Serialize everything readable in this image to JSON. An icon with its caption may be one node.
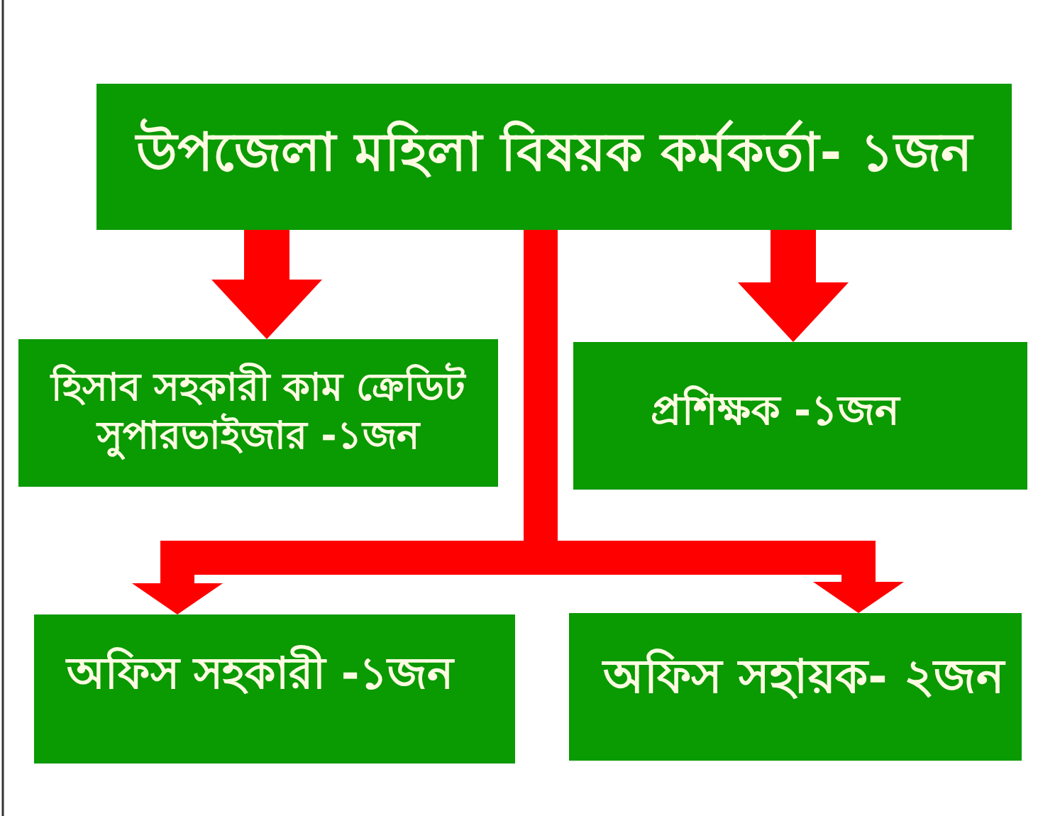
{
  "diagram": {
    "nodes": [
      {
        "text": [
          "উপজেলা মহিলা বিষয়ক কর্মকর্তা- ১জন"
        ]
      },
      {
        "text": [
          "হিসাব সহকারী কাম ক্রেডিট সুপারভাইজার -১জন"
        ]
      },
      {
        "text": [
          "প্রশিক্ষক -১জন"
        ]
      },
      {
        "text": [
          "অফিস সহকারী -১জন"
        ]
      },
      {
        "text": [
          "অফিস সহায়ক- ২জন"
        ]
      }
    ],
    "edges": [
      {
        "from": 0,
        "to": 1,
        "arrow": "to"
      },
      {
        "from": 0,
        "to": 2,
        "arrow": "to"
      },
      {
        "from": 0,
        "to": 3,
        "arrow": "to"
      },
      {
        "from": 0,
        "to": 4,
        "arrow": "to"
      }
    ]
  }
}
